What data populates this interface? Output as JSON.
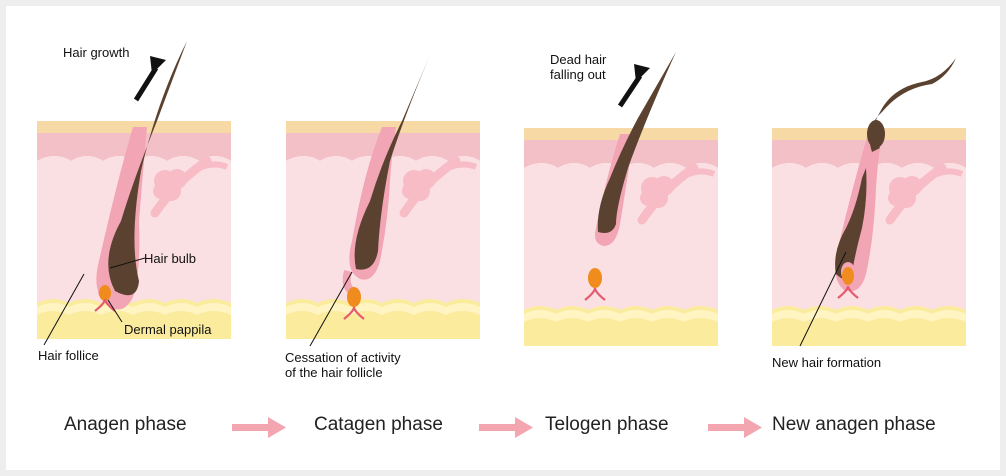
{
  "labels": {
    "hair_growth": "Hair growth",
    "hair_bulb": "Hair bulb",
    "dermal_papilla": "Dermal pappila",
    "hair_follicle": "Hair follice",
    "cessation_line1": "Cessation of activity",
    "cessation_line2": "of the hair follicle",
    "dead_hair_line1": "Dead hair",
    "dead_hair_line2": "falling out",
    "new_hair_formation": "New hair formation"
  },
  "phases": [
    "Anagen phase",
    "Catagen phase",
    "Telogen phase",
    "New anagen phase"
  ],
  "colors": {
    "top_layer": "#f7d9a6",
    "epidermis": "#f4c0c8",
    "dermis": "#fbe0e3",
    "fat_layer": "#fbeb9d",
    "fat_wave": "#fff4c2",
    "follicle": "#f2a5b4",
    "gland": "#f7bcc6",
    "hair": "#5b4230",
    "papilla": "#f08c1e",
    "arrow": "#f3a5b0"
  },
  "icons": [
    "growth-arrow-icon",
    "fall-arrow-icon",
    "phase-arrow-icon"
  ]
}
